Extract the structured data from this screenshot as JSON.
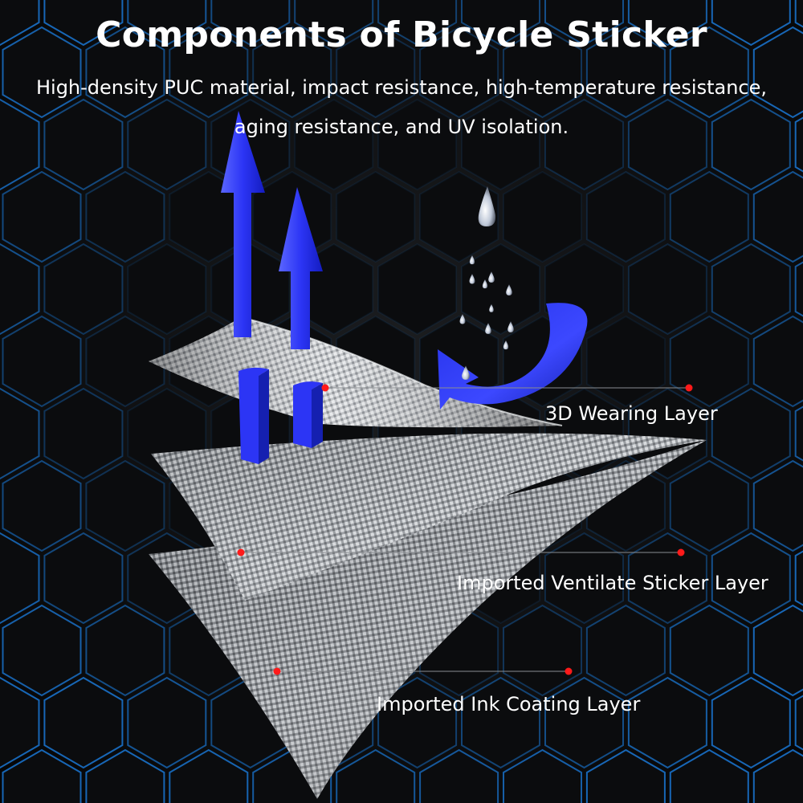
{
  "header": {
    "title": "Components of Bicycle Sticker",
    "subtitle_line1": "High-density PUC material, impact resistance, high-temperature resistance,",
    "subtitle_line2": "aging resistance, and UV isolation."
  },
  "layers": [
    {
      "label": "3D Wearing Layer"
    },
    {
      "label": "Imported Ventilate Sticker Layer"
    },
    {
      "label": "Imported Ink Coating Layer"
    }
  ],
  "colors": {
    "background": "#0e0f11",
    "hex_glow": "#1e8fff",
    "arrow_blue": "#2f3bff",
    "marker_red": "#ff1a1a",
    "text": "#ffffff"
  }
}
